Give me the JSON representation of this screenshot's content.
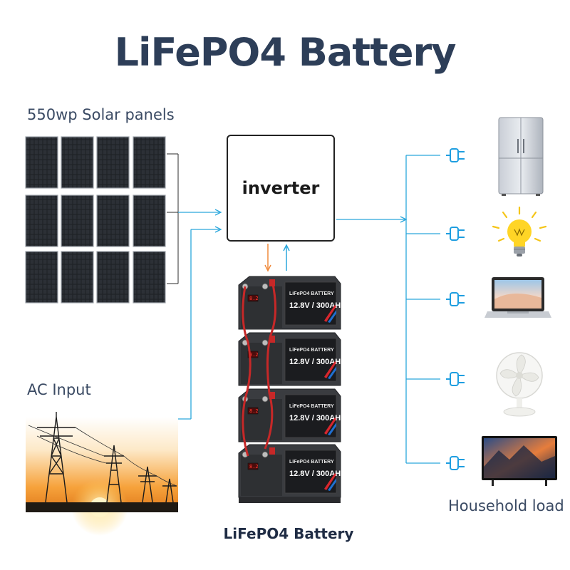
{
  "title": "LiFePO4 Battery",
  "solar": {
    "label": "550wp Solar panels",
    "rows": 3,
    "cols": 4
  },
  "ac_input": {
    "label": "AC Input"
  },
  "inverter": {
    "label": "inverter"
  },
  "battery": {
    "caption": "LiFePO4 Battery",
    "module_brand": "LiFePO4 BATTERY",
    "module_spec": "12.8V / 300AH",
    "display_reading": "8.2",
    "module_count": 4
  },
  "household": {
    "label": "Household load",
    "appliances": [
      "refrigerator-icon",
      "light-bulb-icon",
      "laptop-icon",
      "fan-icon",
      "television-icon"
    ]
  },
  "colors": {
    "title": "#2d3e58",
    "connector_line": "#2aa7dc",
    "to_battery_arrow": "#f08a3c",
    "plug": "#1e9ee0"
  }
}
